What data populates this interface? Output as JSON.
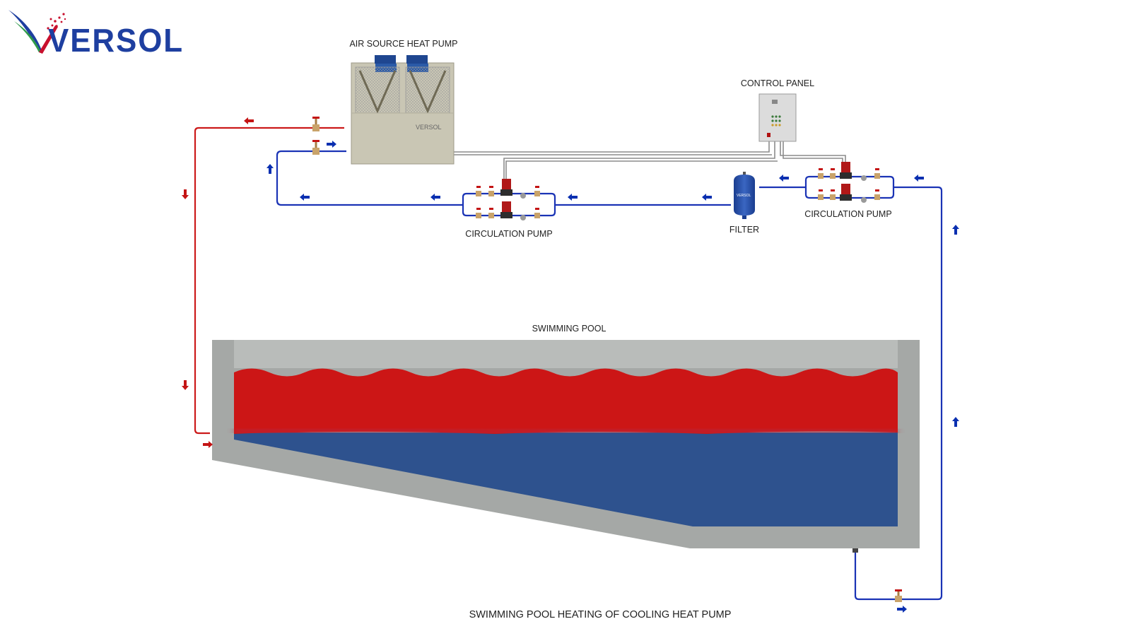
{
  "brand": {
    "logo_text": "VERSOL",
    "colors": {
      "blue": "#1e3fa0",
      "green": "#2f9b4a",
      "red": "#c8102e"
    }
  },
  "labels": {
    "heat_pump": "AIR SOURCE HEAT PUMP",
    "control_panel": "CONTROL PANEL",
    "circulation_pump_left": "CIRCULATION PUMP",
    "circulation_pump_right": "CIRCULATION PUMP",
    "filter": "FILTER",
    "pool": "SWIMMING POOL",
    "caption": "SWIMMING POOL HEATING OF COOLING HEAT PUMP"
  },
  "colors": {
    "hot_line": "#cc1a1a",
    "cold_line": "#1a33b5",
    "hot_water": "#cc1616",
    "cold_water": "#2e528e",
    "concrete": "#a5a8a6",
    "unit_body": "#c9c6b4",
    "arrow_blue": "#0a2fb0",
    "arrow_red": "#c41414"
  }
}
